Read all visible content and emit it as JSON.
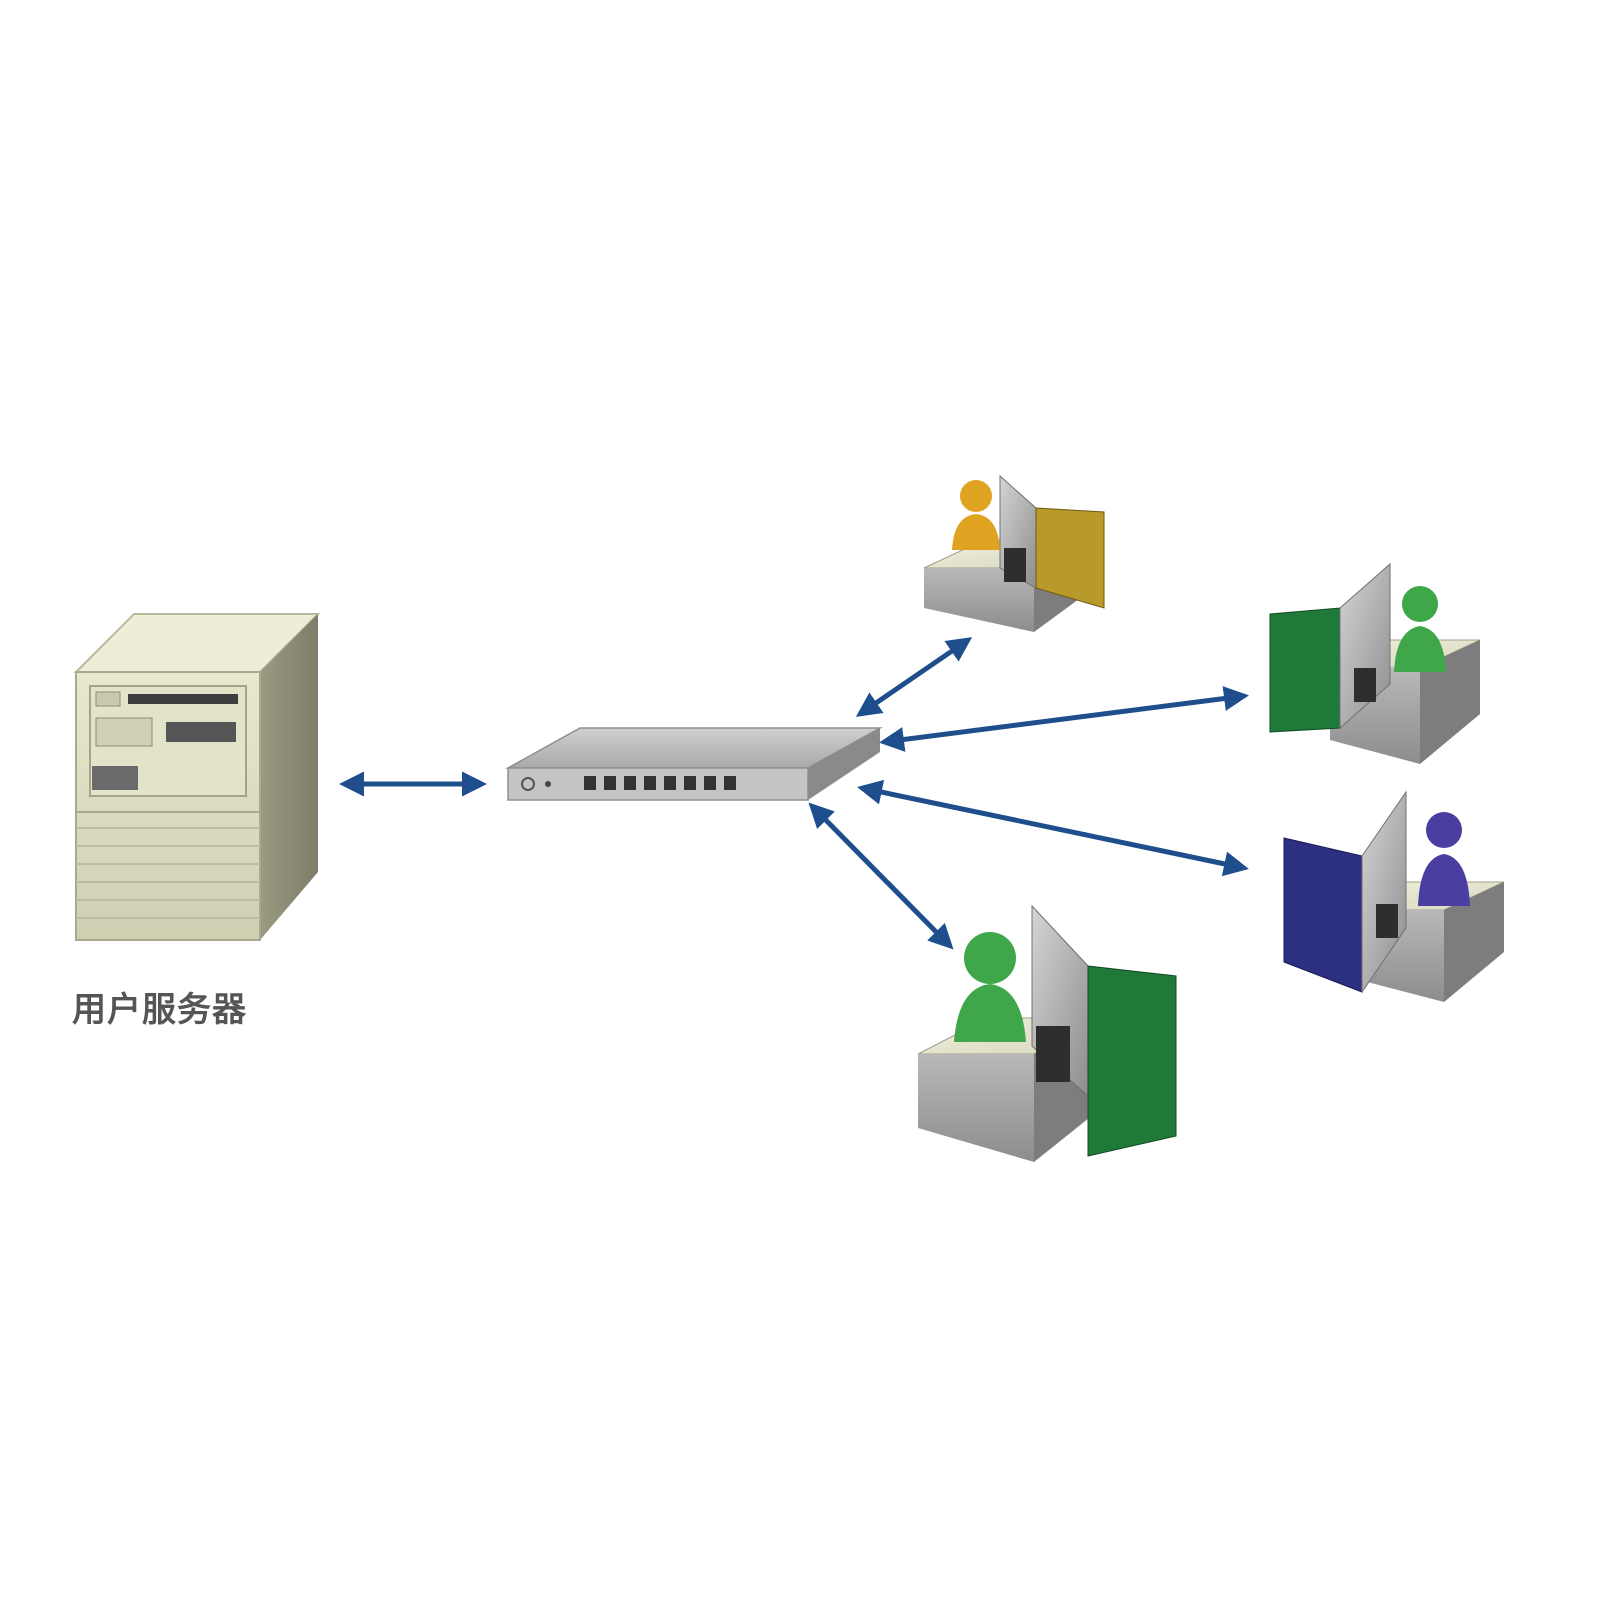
{
  "diagram": {
    "server": {
      "label": "用户服务器",
      "icon": "server-tower-icon"
    },
    "switch": {
      "icon": "network-switch-icon"
    },
    "workstations": [
      {
        "id": "workstation-top",
        "user_color": "#e0a321",
        "panel_color": "#b89a2a",
        "icon": "user-workstation-icon"
      },
      {
        "id": "workstation-right-top",
        "user_color": "#3fa64a",
        "panel_color": "#1f7a3a",
        "icon": "user-workstation-icon"
      },
      {
        "id": "workstation-right-bottom",
        "user_color": "#4a3fa0",
        "panel_color": "#2d2f80",
        "icon": "user-workstation-icon"
      },
      {
        "id": "workstation-bottom",
        "user_color": "#3fa64a",
        "panel_color": "#1f7a3a",
        "icon": "user-workstation-icon"
      }
    ],
    "connections": [
      {
        "from": "server",
        "to": "switch",
        "style": "bidirectional"
      },
      {
        "from": "switch",
        "to": "workstation-top",
        "style": "bidirectional"
      },
      {
        "from": "switch",
        "to": "workstation-right-top",
        "style": "bidirectional"
      },
      {
        "from": "switch",
        "to": "workstation-right-bottom",
        "style": "bidirectional"
      },
      {
        "from": "switch",
        "to": "workstation-bottom",
        "style": "bidirectional"
      }
    ],
    "colors": {
      "arrow": "#1f4e8c",
      "server_body": "#dcdcbf",
      "switch_body": "#b8b8b8"
    }
  }
}
